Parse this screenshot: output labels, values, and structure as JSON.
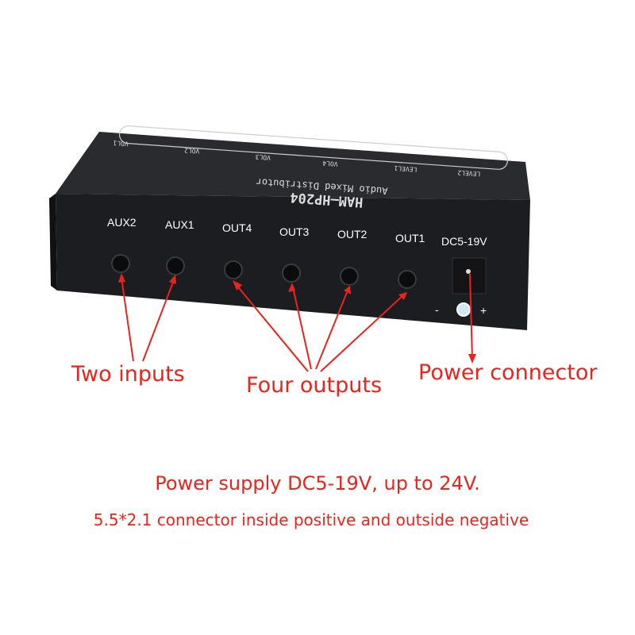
{
  "device": {
    "model": "HAM—HP204",
    "subtitle": "Audio Mixed Distributor",
    "top_labels": [
      "VOL1",
      "VOL2",
      "VOL3",
      "VOL4",
      "LEVEL1",
      "LEVEL2"
    ],
    "ports": [
      "AUX2",
      "AUX1",
      "OUT4",
      "OUT3",
      "OUT2",
      "OUT1"
    ],
    "power_port": "DC5-19V",
    "polarity_minus": "-",
    "polarity_plus": "+"
  },
  "annotations": {
    "inputs": "Two inputs",
    "outputs": "Four outputs",
    "power": "Power connector"
  },
  "footer": {
    "line1": "Power supply DC5-19V, up to 24V.",
    "line2": "5.5*2.1 connector inside positive and outside negative"
  },
  "colors": {
    "accent": "#e8241c",
    "device": "#1f2023"
  }
}
